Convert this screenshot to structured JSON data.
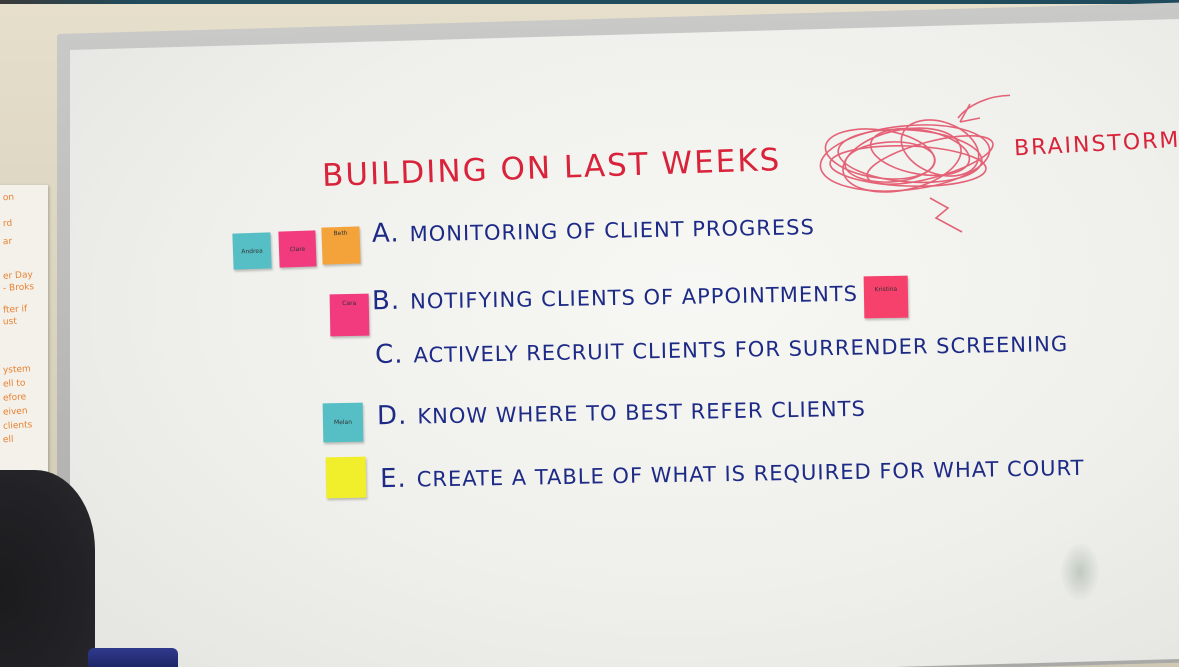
{
  "whiteboard": {
    "title": "BUILDING ON LAST WEEKS",
    "side_note": "BRAINSTORM",
    "items": [
      {
        "letter": "A.",
        "text": "MONITORING OF CLIENT PROGRESS"
      },
      {
        "letter": "B.",
        "text": "NOTIFYING CLIENTS OF APPOINTMENTS"
      },
      {
        "letter": "C.",
        "text": "ACTIVELY RECRUIT CLIENTS FOR SURRENDER SCREENING"
      },
      {
        "letter": "D.",
        "text": "KNOW WHERE TO BEST REFER CLIENTS"
      },
      {
        "letter": "E.",
        "text": "CREATE A TABLE OF WHAT IS REQUIRED FOR WHAT COURT"
      }
    ],
    "ink_colors": {
      "title": "#d8233a",
      "items": "#1d2a86"
    }
  },
  "sticky_notes": [
    {
      "label": "Andrea",
      "color": "#56bfc6"
    },
    {
      "label": "Clare",
      "color": "#f23a7f"
    },
    {
      "label": "Beth",
      "color": "#f4a23a"
    },
    {
      "label": "Cara",
      "color": "#f23a7f"
    },
    {
      "label": "Kristina",
      "color": "#f6416c"
    },
    {
      "label": "Melan",
      "color": "#56bfc6"
    },
    {
      "label": "",
      "color": "#f1ee2c"
    }
  ],
  "poster_lines": [
    "on",
    "rd",
    "ar",
    "er Day",
    "- Broks",
    "fter if",
    "ust",
    "ystem",
    "ell to",
    "efore",
    "eiven",
    "clients",
    "ell"
  ]
}
